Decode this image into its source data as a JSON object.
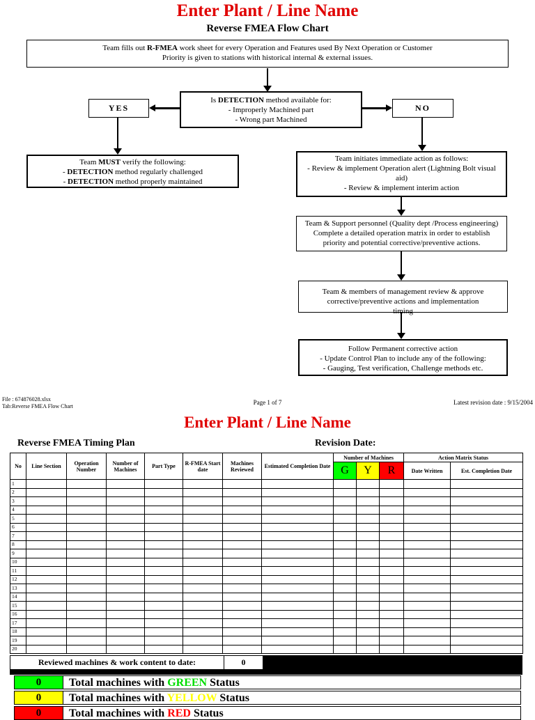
{
  "colors": {
    "title_red": "#e00000",
    "cell_green": "#00ff00",
    "cell_yellow": "#ffff00",
    "cell_red": "#ff0000",
    "status_green": "#00dd00",
    "status_yellow": "#ffff00",
    "status_red": "#ff0000"
  },
  "page1": {
    "title": "Enter Plant / Line Name",
    "subtitle": "Reverse FMEA Flow Chart",
    "top_box": {
      "l1a": "Team fills out ",
      "l1b": "R-FMEA",
      "l1c": " work sheet for every Operation and Features used By Next Operation or Customer",
      "l2": "Priority is given to stations with historical internal & external issues."
    },
    "decision_box": {
      "l1a": "Is ",
      "l1b": "DETECTION",
      "l1c": " method available for:",
      "l2": "- Improperly Machined part",
      "l3": "- Wrong part Machined"
    },
    "yes_label": "YES",
    "no_label": "NO",
    "verify_box": {
      "l1a": "Team ",
      "l1b": "MUST",
      "l1c": " verify the following:",
      "l2a": "- ",
      "l2b": "DETECTION",
      "l2c": " method regularly challenged",
      "l3a": "- ",
      "l3b": "DETECTION",
      "l3c": " method properly maintained"
    },
    "action_box": {
      "l1": "Team initiates immediate action as follows:",
      "l2": "- Review & implement Operation alert (Lightning Bolt visual aid)",
      "l3": "- Review & implement interim action"
    },
    "matrix_box": "Team & Support personnel (Quality dept /Process engineering) Complete a detailed operation matrix in order to establish priority and potential corrective/preventive actions.",
    "review_box": "Team & members of management review & approve corrective/preventive actions and implementation timing",
    "permanent_box": {
      "l1": "Follow Permanent corrective action",
      "l2": "- Update Control Plan to include any of the following:",
      "l3": "- Gauging, Test verification, Challenge methods etc."
    },
    "footer": {
      "file": "File : 674876028.xlsx",
      "tab": "Tab:Reverse FMEA Flow Chart",
      "page": "Page 1 of 7",
      "revision": "Latest revision date : 9/15/2004"
    }
  },
  "page2": {
    "title": "Enter Plant / Line Name",
    "timing_title": "Reverse FMEA Timing Plan",
    "revision_label": "Revision Date:",
    "table": {
      "headers": {
        "no": "No",
        "line_section": "Line Section",
        "operation_number": "Operation Number",
        "number_of_machines": "Number of Machines",
        "part_type": "Part Type",
        "rfmea_start": "R-FMEA Start date",
        "machines_reviewed": "Machines Reviewed",
        "est_completion": "Estimated Completion Date",
        "group_machines": "Number of Machines",
        "g": "G",
        "y": "Y",
        "r": "R",
        "group_action": "Action Matrix Status",
        "date_written": "Date Written",
        "est_completion2": "Est. Completion Date"
      },
      "row_numbers": [
        "1",
        "2",
        "3",
        "4",
        "5",
        "6",
        "7",
        "8",
        "9",
        "10",
        "11",
        "12",
        "13",
        "14",
        "15",
        "16",
        "17",
        "18",
        "19",
        "20"
      ]
    },
    "reviewed": {
      "label": "Reviewed machines & work content to date:",
      "value": "0"
    },
    "totals": [
      {
        "count": "0",
        "pre": "Total machines with ",
        "status": "GREEN",
        "post": " Status"
      },
      {
        "count": "0",
        "pre": "Total machines with ",
        "status": "YELLOW",
        "post": " Status"
      },
      {
        "count": "0",
        "pre": "Total machines with ",
        "status": "RED",
        "post": " Status"
      }
    ]
  }
}
